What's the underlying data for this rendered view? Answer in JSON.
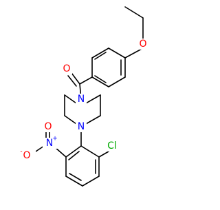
{
  "molecule": {
    "atoms": {
      "o_carbonyl": "O",
      "o_ether": "O",
      "n_piperazine_top": "N",
      "n_piperazine_bottom": "N",
      "cl": "Cl",
      "n_nitro": "N",
      "n_nitro_charge": "+",
      "o_nitro_double": "O",
      "o_nitro_single": "O",
      "o_nitro_charge": "-"
    },
    "colors": {
      "oxygen": "#ff0000",
      "nitrogen": "#0000ff",
      "chlorine": "#00aa00",
      "bond": "#000000"
    }
  }
}
